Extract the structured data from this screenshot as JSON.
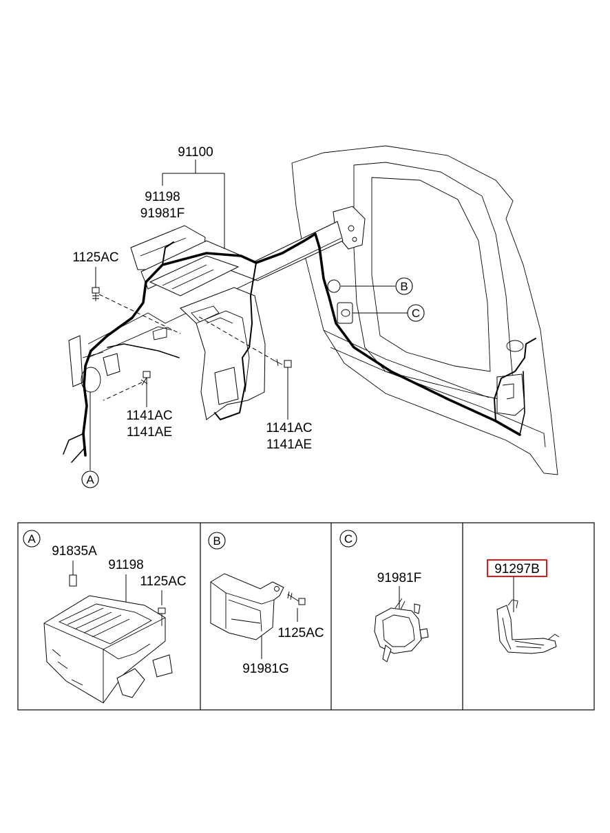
{
  "callouts": {
    "main_harness": "91100",
    "junction_box": "91198",
    "protector_f": "91981F",
    "bolt_upper": "1125AC",
    "bolt_left_1": "1141AC",
    "bolt_left_2": "1141AE",
    "bolt_right_1": "1141AC",
    "bolt_right_2": "1141AE",
    "ref_a": "A",
    "ref_b": "B",
    "ref_c": "C"
  },
  "details": {
    "a": {
      "tag": "A",
      "fuse": "91835A",
      "junction_box": "91198",
      "bolt": "1125AC"
    },
    "b": {
      "tag": "B",
      "bolt": "1125AC",
      "bracket": "91981G"
    },
    "c": {
      "tag": "C",
      "protector": "91981F"
    },
    "d": {
      "highlighted_part": "91297B",
      "highlight_color": "#e0191e"
    }
  }
}
